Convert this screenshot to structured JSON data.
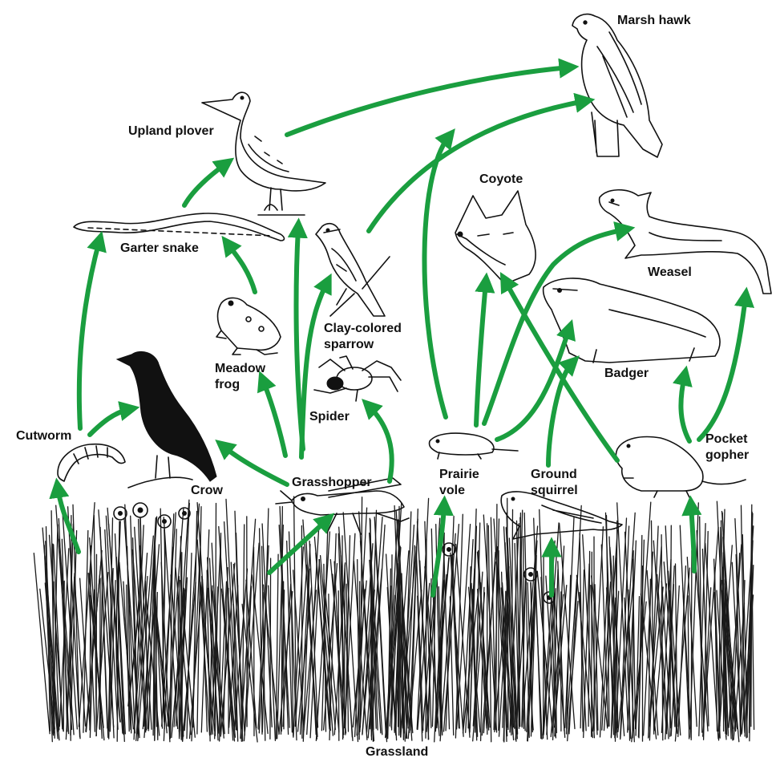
{
  "title": "Grassland",
  "arrow_color": "#1a9e3f",
  "organisms": {
    "marsh_hawk": "Marsh hawk",
    "upland_plover": "Upland plover",
    "coyote": "Coyote",
    "garter_snake": "Garter snake",
    "weasel": "Weasel",
    "clay_colored_sparrow_1": "Clay-colored",
    "clay_colored_sparrow_2": "sparrow",
    "meadow_frog_1": "Meadow",
    "meadow_frog_2": "frog",
    "badger": "Badger",
    "spider": "Spider",
    "cutworm": "Cutworm",
    "crow": "Crow",
    "grasshopper": "Grasshopper",
    "prairie_vole_1": "Prairie",
    "prairie_vole_2": "vole",
    "ground_squirrel_1": "Ground",
    "ground_squirrel_2": "squirrel",
    "pocket_gopher_1": "Pocket",
    "pocket_gopher_2": "gopher"
  },
  "feeding_links": [
    {
      "from": "Grassland",
      "to": "Cutworm"
    },
    {
      "from": "Grassland",
      "to": "Grasshopper"
    },
    {
      "from": "Grassland",
      "to": "Prairie vole"
    },
    {
      "from": "Grassland",
      "to": "Ground squirrel"
    },
    {
      "from": "Grassland",
      "to": "Pocket gopher"
    },
    {
      "from": "Cutworm",
      "to": "Crow"
    },
    {
      "from": "Cutworm",
      "to": "Garter snake"
    },
    {
      "from": "Grasshopper",
      "to": "Crow"
    },
    {
      "from": "Grasshopper",
      "to": "Meadow frog"
    },
    {
      "from": "Grasshopper",
      "to": "Spider"
    },
    {
      "from": "Grasshopper",
      "to": "Clay-colored sparrow"
    },
    {
      "from": "Grasshopper",
      "to": "Upland plover"
    },
    {
      "from": "Meadow frog",
      "to": "Garter snake"
    },
    {
      "from": "Garter snake",
      "to": "Upland plover"
    },
    {
      "from": "Upland plover",
      "to": "Marsh hawk"
    },
    {
      "from": "Clay-colored sparrow",
      "to": "Marsh hawk"
    },
    {
      "from": "Prairie vole",
      "to": "Marsh hawk"
    },
    {
      "from": "Prairie vole",
      "to": "Coyote"
    },
    {
      "from": "Prairie vole",
      "to": "Weasel"
    },
    {
      "from": "Prairie vole",
      "to": "Badger"
    },
    {
      "from": "Ground squirrel",
      "to": "Badger"
    },
    {
      "from": "Pocket gopher",
      "to": "Coyote"
    },
    {
      "from": "Pocket gopher",
      "to": "Badger"
    },
    {
      "from": "Pocket gopher",
      "to": "Weasel"
    }
  ]
}
